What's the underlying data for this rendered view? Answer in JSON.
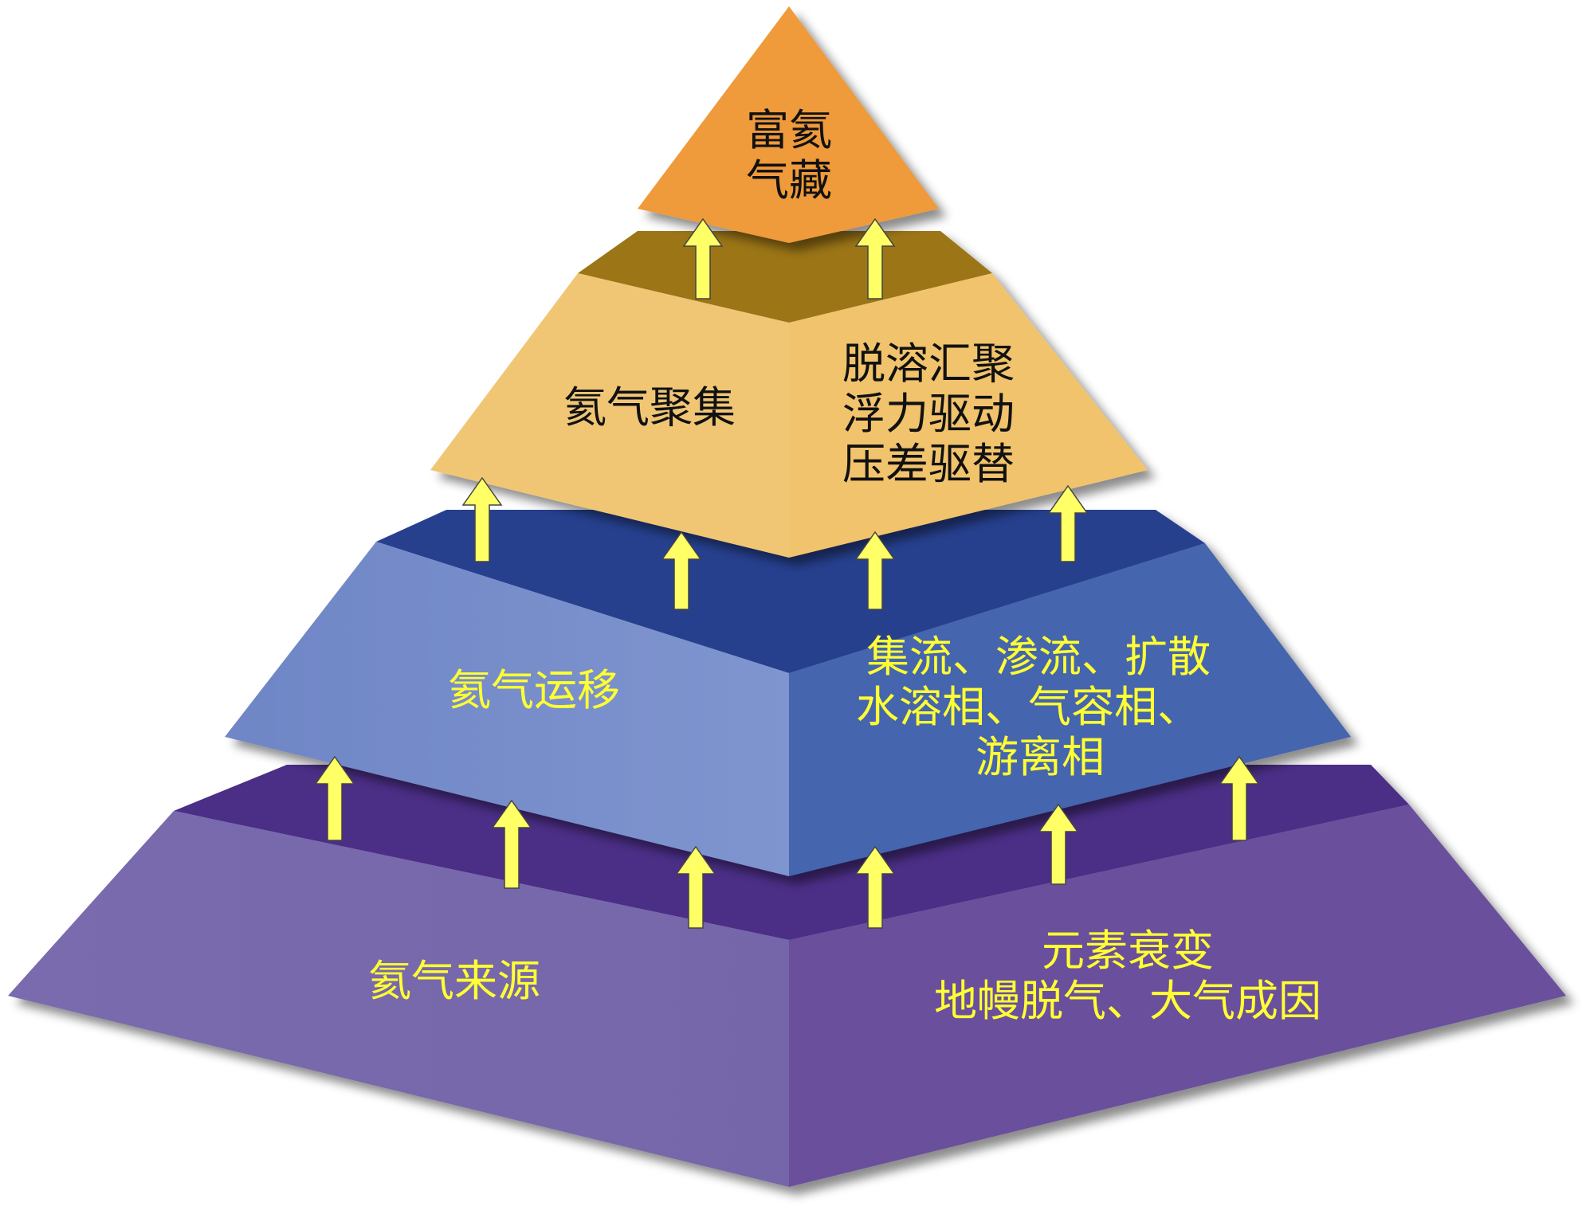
{
  "pyramid": {
    "top": {
      "lines": [
        "富氦",
        "气藏"
      ],
      "color": "#ef9a3a"
    },
    "accumulation": {
      "title": "氦气聚集",
      "mechanisms": [
        "脱溶汇聚",
        "浮力驱动",
        "压差驱替"
      ],
      "front_color": "#f0c675",
      "side_color": "#f1c36c"
    },
    "migration": {
      "title": "氦气运移",
      "mechanisms": [
        "集流、渗流、扩散",
        "水溶相、气容相、",
        "游离相"
      ],
      "front_color": "#7b91cc",
      "side_color": "#4565ae"
    },
    "source": {
      "title": "氦气来源",
      "mechanisms": [
        "元素衰变",
        "地幔脱气、大气成因"
      ],
      "front_color": "#7a6aae",
      "side_color": "#6a4f9c"
    },
    "arrow_color": "#ffff66"
  }
}
